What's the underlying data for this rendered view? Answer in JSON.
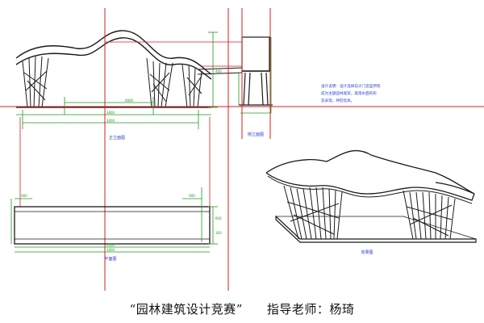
{
  "drawing": {
    "front_elevation_label": "正立面图",
    "side_elevation_label": "侧立面图",
    "plan_label": "平面图",
    "perspective_label": "效果图",
    "design_note": [
      "设计说明：设计选择前大门造型所现",
      "成为主题园林观赏，再现水面的形",
      "态表现，神韵皆具。"
    ],
    "dimensions": {
      "front_top": "4600",
      "front_mid": "3600",
      "front_bottom": "3000",
      "front_height_top": "400",
      "front_height_bottom": "600",
      "plan_length": "4500",
      "plan_inner": "3600",
      "plan_width_left": "900",
      "plan_width_right": "900",
      "plan_side_top": "600",
      "plan_side_bottom": "300"
    }
  },
  "caption": {
    "title": "“园林建筑设计竞赛”",
    "instructor": "指导老师：杨琦"
  },
  "colors": {
    "line": "#1a1a1a",
    "dimension": "#1f9a1f",
    "axis": "#d31f1f",
    "annotation": "#2a3fd0"
  }
}
